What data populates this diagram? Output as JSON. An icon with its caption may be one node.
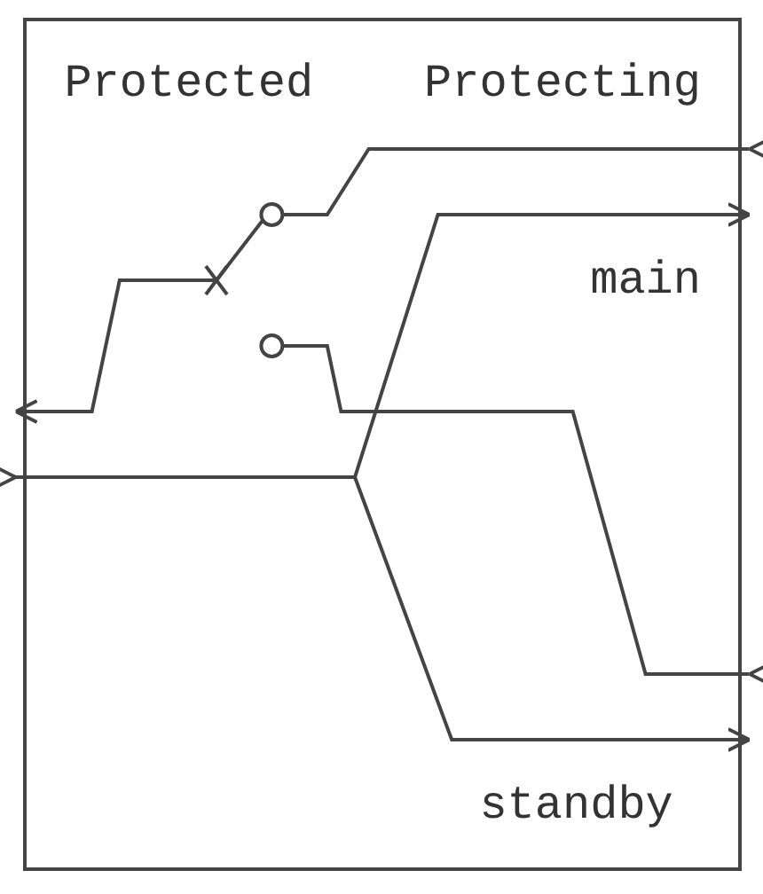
{
  "diagram": {
    "nodes": [
      {
        "text": [
          "Protected",
          "Protecting"
        ]
      }
    ],
    "labels": [
      "main",
      "standby"
    ]
  }
}
